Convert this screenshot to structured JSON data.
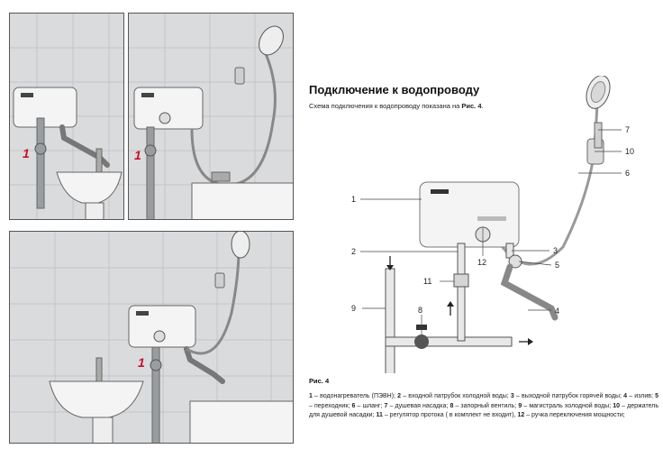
{
  "title": "Подключение к водопроводу",
  "intro": {
    "text": "Схема подключения к водопроводу показана на ",
    "ref": "Рис. 4",
    "end": "."
  },
  "figure_label": "Рис. 4",
  "panel_marker": "1",
  "callouts": [
    "1",
    "2",
    "3",
    "4",
    "5",
    "6",
    "7",
    "8",
    "9",
    "10",
    "11",
    "12"
  ],
  "legend": [
    {
      "num": "1",
      "text": " – водонагреватель (ПЭВН); "
    },
    {
      "num": "2",
      "text": " – входной патрубок холодной воды; "
    },
    {
      "num": "3",
      "text": " – выходной патрубок горячей воды; "
    },
    {
      "num": "4",
      "text": " – излив; "
    },
    {
      "num": "5",
      "text": " – переходник; "
    },
    {
      "num": "6",
      "text": " – шланг; "
    },
    {
      "num": "7",
      "text": " – душевая насадка; "
    },
    {
      "num": "8",
      "text": " – запорный вентиль; "
    },
    {
      "num": "9",
      "text": " – магистраль холодной воды; "
    },
    {
      "num": "10",
      "text": " – держатель для душевой насадки; "
    },
    {
      "num": "11",
      "text": " – регулятор протока ( в комплект не входит), "
    },
    {
      "num": "12",
      "text": " – ручка переключения мощности;"
    }
  ],
  "colors": {
    "marker": "#c8102e",
    "tile": "#d9dbdd",
    "appliance": "#f4f4f4",
    "pipe": "#8a8d90"
  }
}
